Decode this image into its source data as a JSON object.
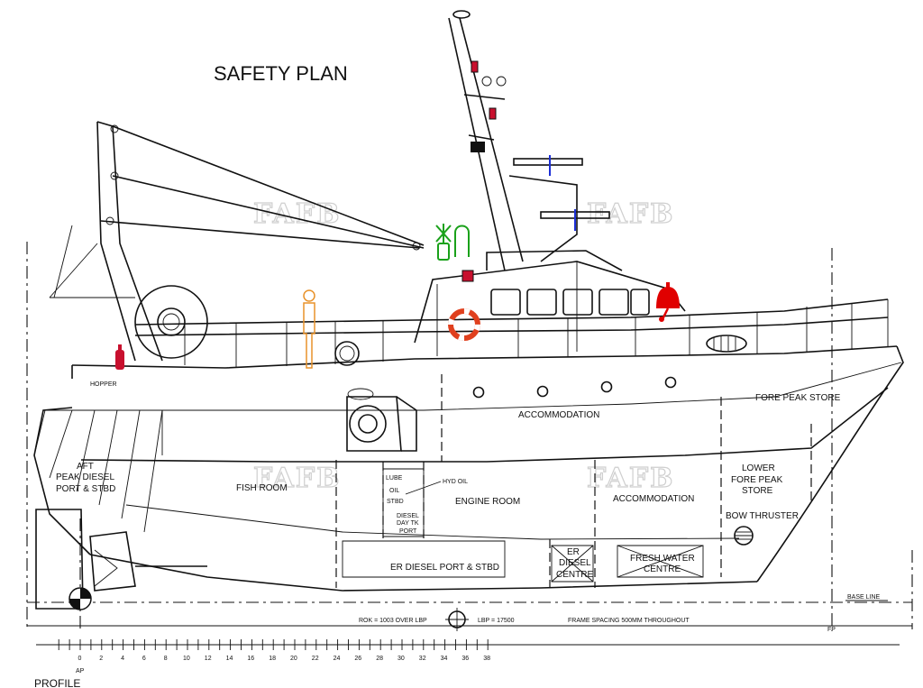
{
  "title": "SAFETY PLAN",
  "view_label": "PROFILE",
  "watermark": "FAFB",
  "compartments": {
    "hopper": "HOPPER",
    "aft_peak_1": "AFT",
    "aft_peak_2": "PEAK DIESEL",
    "aft_peak_3": "PORT & STBD",
    "fish_room": "FISH ROOM",
    "lube_1": "LUBE",
    "lube_2": "OIL",
    "lube_3": "STBD",
    "hyd_oil": "HYD OIL",
    "diesel_day_1": "DIESEL",
    "diesel_day_2": "DAY TK",
    "diesel_day_3": "PORT",
    "engine_room": "ENGINE ROOM",
    "accommodation_main": "ACCOMMODATION",
    "accommodation_upper": "ACCOMMODATION",
    "fore_peak_store": "FORE PEAK STORE",
    "lower_fore_1": "LOWER",
    "lower_fore_2": "FORE PEAK",
    "lower_fore_3": "STORE",
    "bow_thruster": "BOW THRUSTER",
    "er_diesel": "ER DIESEL PORT & STBD",
    "er_diesel_centre_1": "ER",
    "er_diesel_centre_2": "DIESEL",
    "er_diesel_centre_3": "CENTRE",
    "fresh_water_1": "FRESH WATER",
    "fresh_water_2": "CENTRE"
  },
  "notes": {
    "base_line": "BASE LINE",
    "rok": "ROK = 1003 OVER LBP",
    "lbp": "LBP = 17500",
    "frame_spacing": "FRAME SPACING 500MM THROUGHOUT",
    "ap": "AP",
    "fp": "FP"
  },
  "scale_ticks": [
    "0",
    "2",
    "4",
    "6",
    "8",
    "10",
    "12",
    "14",
    "16",
    "18",
    "20",
    "22",
    "24",
    "26",
    "28",
    "30",
    "32",
    "34",
    "36",
    "38"
  ],
  "colors": {
    "bell": "#e00000",
    "lifebuoy": "#e0401e",
    "person": "#e8922a",
    "extinguisher": "#c8102e",
    "green_light": "#1aa11a",
    "nav_blue": "#1c2fd6"
  },
  "icons": [
    "bell-icon",
    "lifebuoy-icon",
    "person-figure-icon",
    "fire-extinguisher-icon",
    "green-navigation-light-icon",
    "stability-mark-icon",
    "center-of-gravity-icon"
  ]
}
